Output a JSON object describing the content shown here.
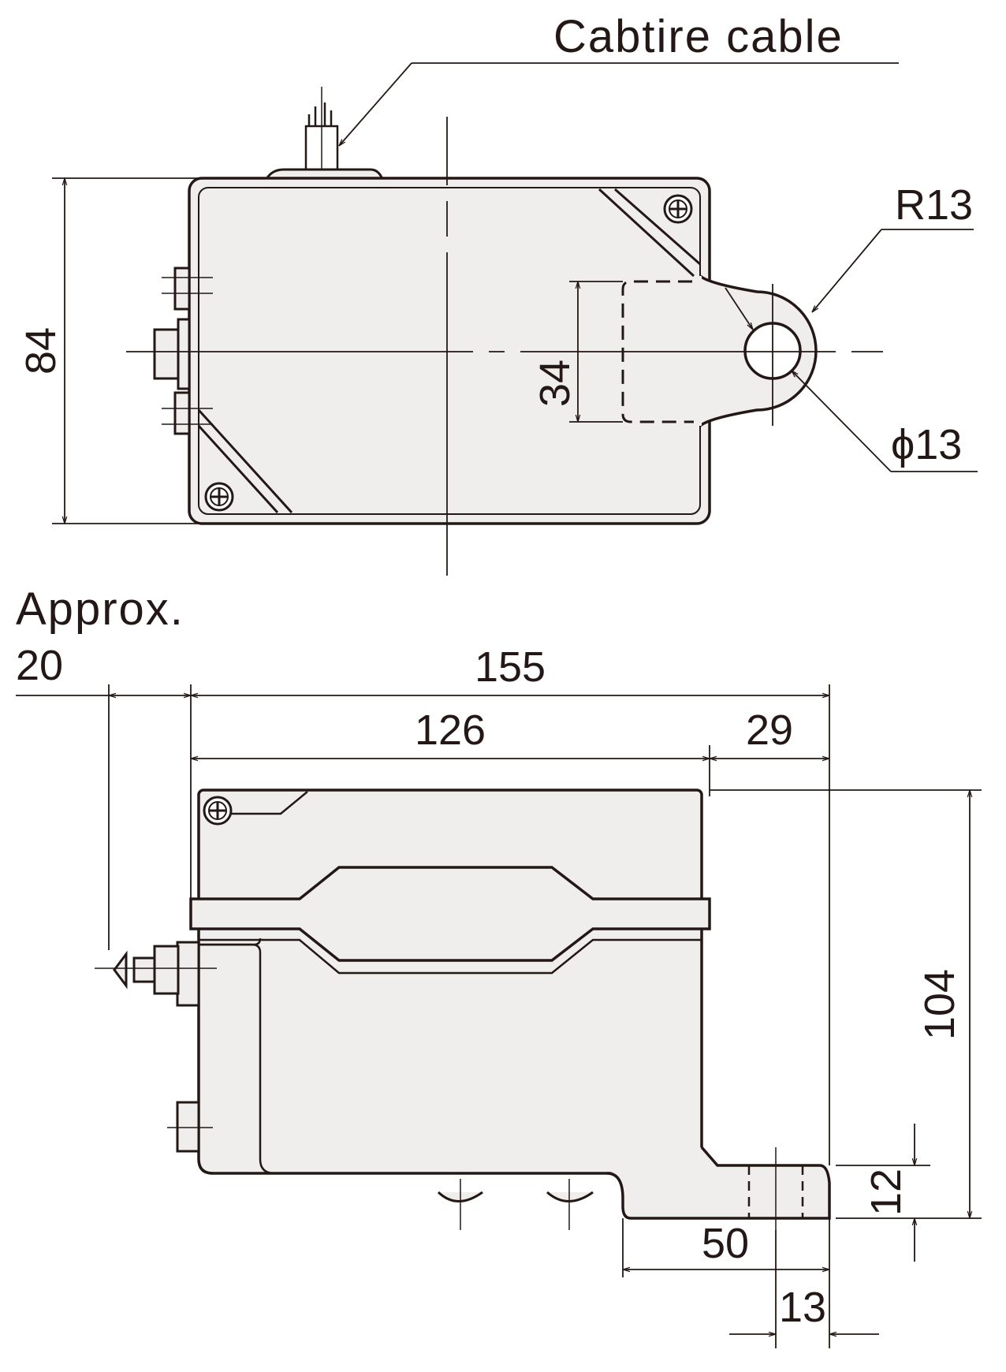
{
  "labels": {
    "cable": "Cabtire cable",
    "radius": "R13",
    "hole": "ϕ13",
    "approx_line1": "Approx.",
    "approx_line2": "20"
  },
  "dimensions": {
    "height_top_view": "84",
    "bracket_height": "34",
    "overall_length": "155",
    "body_length": "126",
    "bracket_length": "29",
    "overall_height": "104",
    "foot_height": "12",
    "foot_length": "50",
    "hole_offset": "13"
  },
  "colors": {
    "line": "#231815",
    "body_fill": "#efeeed"
  }
}
